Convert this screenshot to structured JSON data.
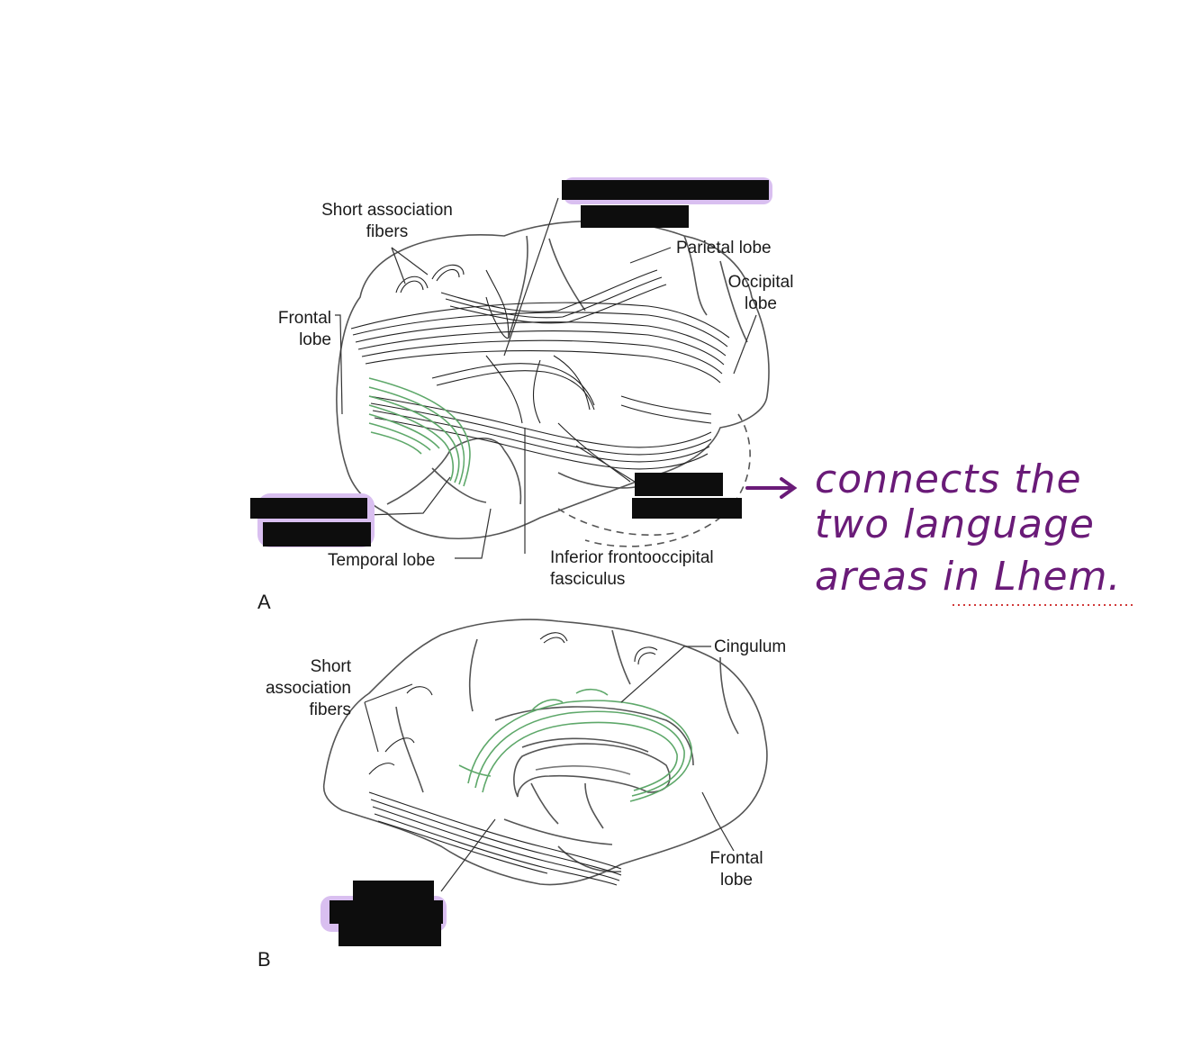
{
  "panel_a": {
    "letter": "A",
    "labels": {
      "short_assoc": "Short association\nfibers",
      "parietal": "Parietal lobe",
      "occipital": "Occipital\nlobe",
      "frontal": "Frontal\nlobe",
      "temporal": "Temporal lobe",
      "inferior_fo": "Inferior frontooccipital\nfasciculus"
    }
  },
  "panel_b": {
    "letter": "B",
    "labels": {
      "short_assoc": "Short\nassociation\nfibers",
      "cingulum": "Cingulum",
      "frontal": "Frontal\nlobe"
    }
  },
  "annotation": {
    "line1": "connects the",
    "line2": "two language",
    "line3": "areas in  Lhem."
  },
  "colors": {
    "ink": "#1a1a1a",
    "fiber_green": "#5ea86a",
    "handwriting": "#6a1b78",
    "highlight": "#d9bff0",
    "redact": "#0d0d0d",
    "underline": "#d13a3a"
  }
}
